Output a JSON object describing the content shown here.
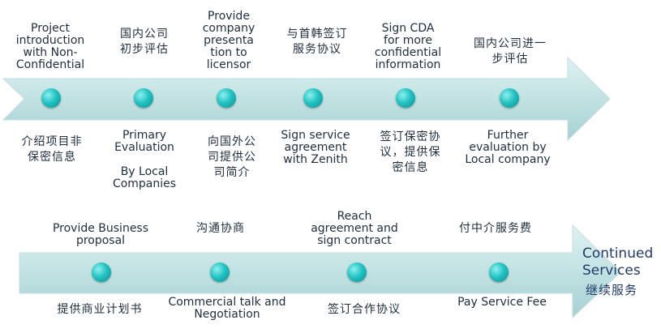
{
  "colors": {
    "arrow_fill_top": "#d3ecec",
    "arrow_fill_bottom": "#a9d4d5",
    "node": "#22c3c2"
  },
  "row1": {
    "steps": [
      {
        "top": "Project\nintroduction\nwith Non-\nConfidential",
        "bottom": "介绍项目非\n保密信息"
      },
      {
        "top": "国内公司\n初步评估",
        "bottom": "Primary\nEvaluation\n\nBy Local\nCompanies"
      },
      {
        "top": "Provide\ncompany\npresenta\ntion to\nlicensor",
        "bottom": "向国外公\n司提供公\n司简介"
      },
      {
        "top": "与首韩签订\n服务协议",
        "bottom": "Sign service\nagreement\nwith Zenith"
      },
      {
        "top": "Sign CDA\nfor more\nconfidential\ninformation",
        "bottom": "签订保密协\n议，提供保\n密信息"
      },
      {
        "top": "国内公司进一\n步评估",
        "bottom": "Further\nevaluation by\nLocal company"
      }
    ]
  },
  "row2": {
    "steps": [
      {
        "top": "Provide Business\nproposal",
        "bottom": "提供商业计划书"
      },
      {
        "top": "沟通协商",
        "bottom": "Commercial talk and\nNegotiation"
      },
      {
        "top": "Reach\nagreement and\nsign contract",
        "bottom": "签订合作协议"
      },
      {
        "top": "付中介服务费",
        "bottom": "Pay Service Fee"
      }
    ]
  },
  "continued": {
    "en": "Continued\nServices",
    "zh": "继续服务"
  }
}
